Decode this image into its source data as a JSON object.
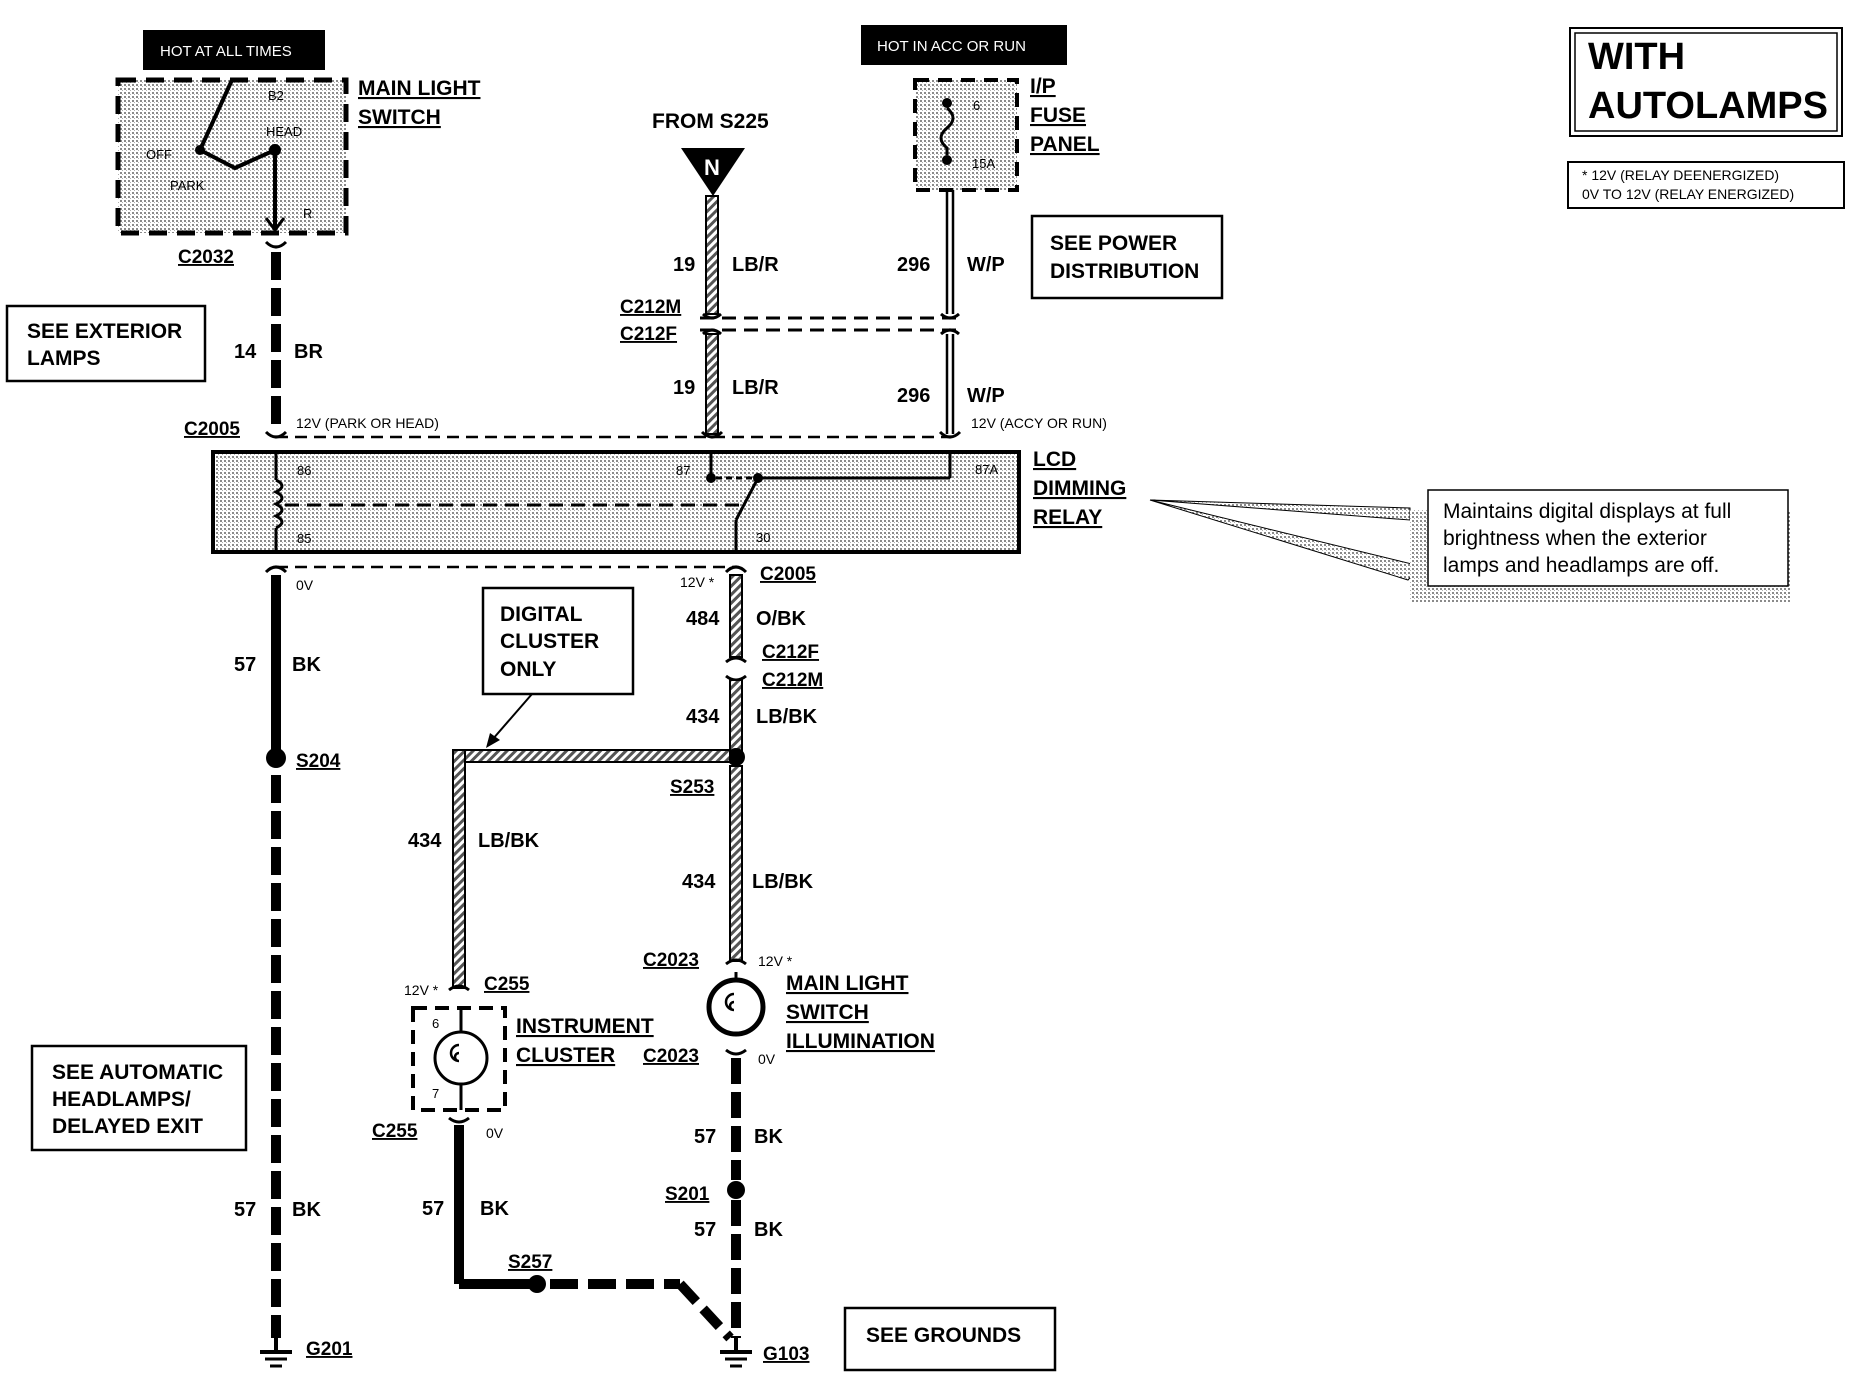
{
  "title": {
    "line1": "WITH",
    "line2": "AUTOLAMPS"
  },
  "note": {
    "line1": "* 12V (RELAY DEENERGIZED)",
    "line2": "0V TO 12V (RELAY ENERGIZED)"
  },
  "hot_at_all_times": "HOT AT ALL TIMES",
  "hot_in_acc": "HOT IN ACC OR RUN",
  "main_light_switch": {
    "line1": "MAIN LIGHT",
    "line2": "SWITCH",
    "b2": "B2",
    "head": "HEAD",
    "off": "OFF",
    "park": "PARK",
    "r": "R"
  },
  "fuse_panel": {
    "line1": "I/P",
    "line2": "FUSE",
    "line3": "PANEL",
    "fuse_no": "6",
    "amps": "15A"
  },
  "from_s225": "FROM S225",
  "s225_letter": "N",
  "see_power": {
    "line1": "SEE POWER",
    "line2": "DISTRIBUTION"
  },
  "see_exterior": {
    "line1": "SEE EXTERIOR",
    "line2": "LAMPS"
  },
  "see_auto": {
    "line1": "SEE AUTOMATIC",
    "line2": "HEADLAMPS/",
    "line3": "DELAYED EXIT"
  },
  "see_grounds": "SEE GROUNDS",
  "digital_cluster": {
    "line1": "DIGITAL",
    "line2": "CLUSTER",
    "line3": "ONLY"
  },
  "callout": {
    "line1": "Maintains digital displays at full",
    "line2": "brightness when the exterior",
    "line3": "lamps and headlamps are off."
  },
  "relay": {
    "line1": "LCD",
    "line2": "DIMMING",
    "line3": "RELAY",
    "p86": "86",
    "p85": "85",
    "p87": "87",
    "p87a": "87A",
    "p30": "30"
  },
  "connectors": {
    "c2032": "C2032",
    "c2005a": "C2005",
    "c2005b": "C2005",
    "c212m_top": "C212M",
    "c212f_top": "C212F",
    "c212f_mid": "C212F",
    "c212m_mid": "C212M",
    "c255_top": "C255",
    "c255_bot": "C255",
    "c2023_top": "C2023",
    "c2023_bot": "C2023"
  },
  "splices": {
    "s204": "S204",
    "s253": "S253",
    "s201": "S201",
    "s257": "S257"
  },
  "grounds": {
    "g201": "G201",
    "g103": "G103"
  },
  "voltages": {
    "park_head": "12V (PARK OR HEAD)",
    "accy_run": "12V (ACCY OR RUN)",
    "v0_85": "0V",
    "v12_30": "12V *",
    "v12_c255": "12V *",
    "v12_c2023": "12V *",
    "v0_c255": "0V",
    "v0_c2023": "0V"
  },
  "wires": [
    {
      "id": "w14",
      "circuit": "14",
      "color": "BR"
    },
    {
      "id": "w19a",
      "circuit": "19",
      "color": "LB/R"
    },
    {
      "id": "w19b",
      "circuit": "19",
      "color": "LB/R"
    },
    {
      "id": "w296a",
      "circuit": "296",
      "color": "W/P"
    },
    {
      "id": "w296b",
      "circuit": "296",
      "color": "W/P"
    },
    {
      "id": "w57a",
      "circuit": "57",
      "color": "BK"
    },
    {
      "id": "w57b",
      "circuit": "57",
      "color": "BK"
    },
    {
      "id": "w484",
      "circuit": "484",
      "color": "O/BK"
    },
    {
      "id": "w434a",
      "circuit": "434",
      "color": "LB/BK"
    },
    {
      "id": "w434b",
      "circuit": "434",
      "color": "LB/BK"
    },
    {
      "id": "w434c",
      "circuit": "434",
      "color": "LB/BK"
    },
    {
      "id": "w57c",
      "circuit": "57",
      "color": "BK"
    },
    {
      "id": "w57d",
      "circuit": "57",
      "color": "BK"
    },
    {
      "id": "w57e",
      "circuit": "57",
      "color": "BK"
    }
  ],
  "instrument_cluster": {
    "line1": "INSTRUMENT",
    "line2": "CLUSTER",
    "pin_top": "6",
    "pin_bot": "7"
  },
  "mls_illum": {
    "line1": "MAIN LIGHT",
    "line2": "SWITCH",
    "line3": "ILLUMINATION"
  }
}
